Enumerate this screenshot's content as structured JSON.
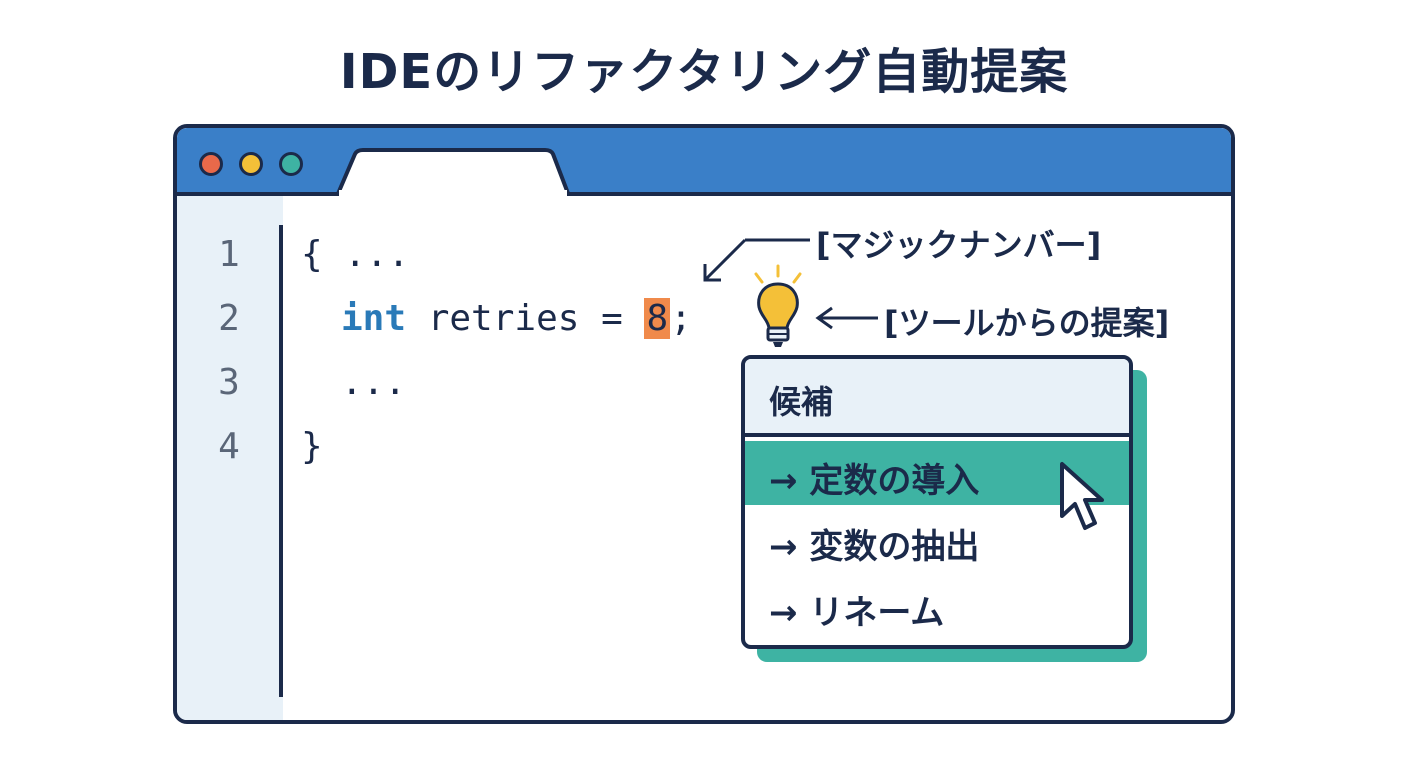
{
  "title": "IDEのリファクタリング自動提案",
  "editor": {
    "line_numbers": [
      "1",
      "2",
      "3",
      "4"
    ],
    "code": {
      "line1": "{ ...",
      "line2_keyword": "int",
      "line2_text": " retries = ",
      "line2_magic": "8",
      "line2_end": ";",
      "line3": "...",
      "line4": "}"
    }
  },
  "callouts": {
    "magic_number": "[マジックナンバー]",
    "tool_suggestion": "[ツールからの提案]"
  },
  "menu": {
    "header": "候補",
    "items": [
      {
        "label": "→ 定数の導入",
        "selected": true
      },
      {
        "label": "→ 変数の抽出",
        "selected": false
      },
      {
        "label": "→ リネーム",
        "selected": false
      }
    ]
  },
  "colors": {
    "titlebar": "#3a7fc8",
    "accent": "#3eb3a3",
    "highlight": "#f08a4b",
    "bulb": "#f4c038",
    "outline": "#1b2a4a"
  },
  "icons": [
    "lightbulb-icon",
    "arrow-icon",
    "mouse-cursor-icon"
  ]
}
